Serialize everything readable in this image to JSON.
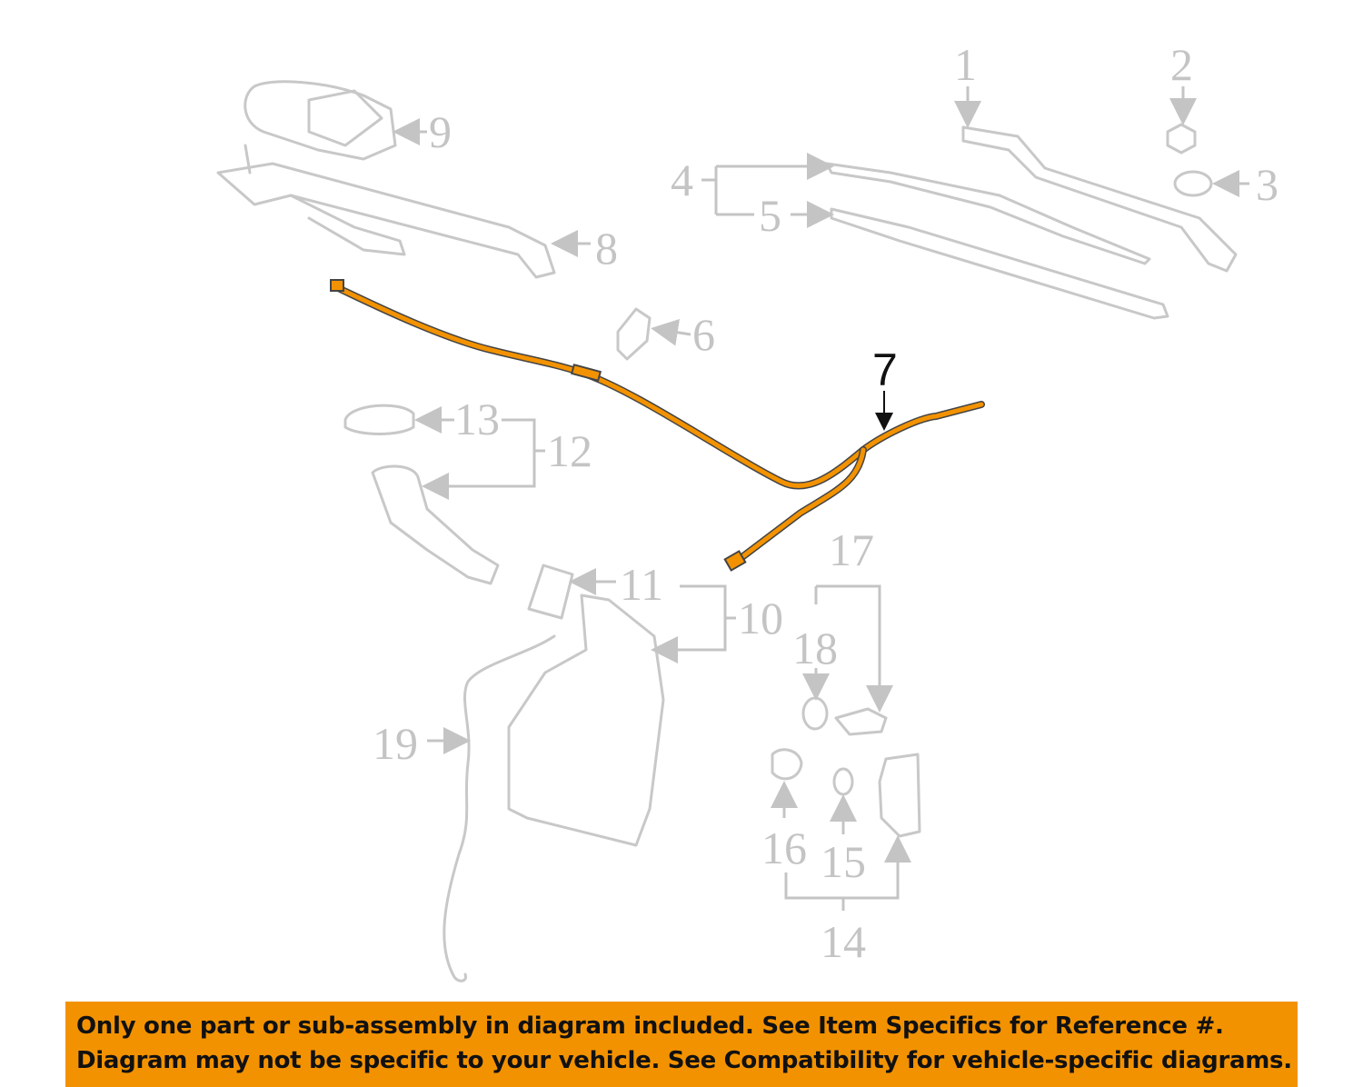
{
  "diagram": {
    "highlighted_part": "7",
    "labels": [
      "1",
      "2",
      "3",
      "4",
      "5",
      "6",
      "7",
      "8",
      "9",
      "10",
      "11",
      "12",
      "13",
      "14",
      "15",
      "16",
      "17",
      "18",
      "19"
    ],
    "colors": {
      "highlight": "#f39200",
      "part_outline": "#c8c8c8",
      "banner": "#f39200"
    }
  },
  "banner": {
    "line1": "Only one part or sub-assembly in diagram included. See Item Specifics for Reference #.",
    "line2": "Diagram may not be specific to your vehicle. See Compatibility for vehicle-specific diagrams."
  }
}
